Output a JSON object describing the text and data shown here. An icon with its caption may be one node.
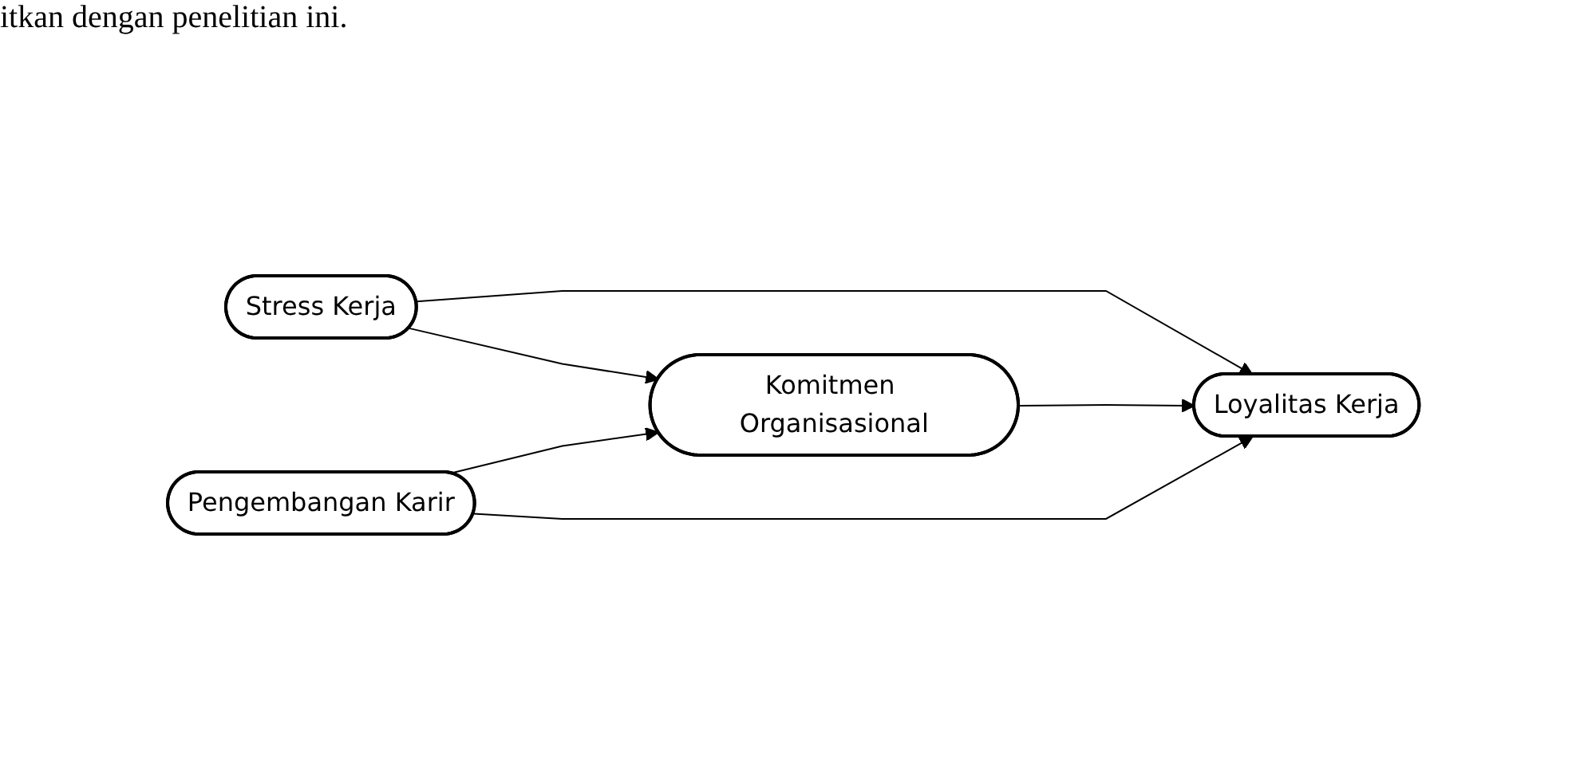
{
  "diagram": {
    "nodes": [
      {
        "text": [
          "Stress Kerja"
        ]
      },
      {
        "text": [
          "Komitmen Organisasional"
        ]
      },
      {
        "text": [
          "Loyalitas Kerja"
        ]
      },
      {
        "text": [
          "Pengembangan Karir"
        ]
      }
    ],
    "edges": [
      {
        "from": 0,
        "to": 1,
        "arrow": "to"
      },
      {
        "from": 0,
        "to": 2,
        "arrow": "to"
      },
      {
        "from": 1,
        "to": 2,
        "arrow": "to"
      },
      {
        "from": 3,
        "to": 1,
        "arrow": "to"
      },
      {
        "from": 3,
        "to": 2,
        "arrow": "to"
      }
    ],
    "labels": [
      "itkan dengan penelitian ini."
    ]
  }
}
